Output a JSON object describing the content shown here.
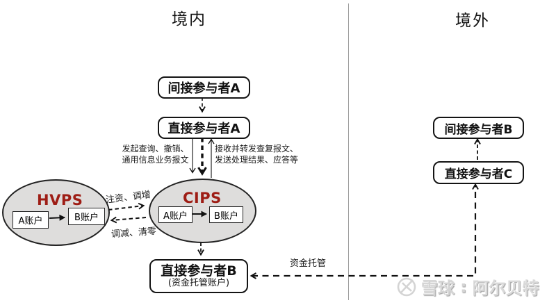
{
  "regions": {
    "domestic": "境内",
    "overseas": "境外"
  },
  "nodes": {
    "indirect_a": "间接参与者A",
    "direct_a": "直接参与者A",
    "direct_b": "直接参与者B",
    "direct_b_sub": "(资金托管账户)",
    "indirect_b": "间接参与者B",
    "direct_c": "直接参与者C"
  },
  "systems": {
    "hvps": {
      "title": "HVPS",
      "account_a": "A账户",
      "account_b": "B账户"
    },
    "cips": {
      "title": "CIPS",
      "account_a": "A账户",
      "account_b": "B账户"
    }
  },
  "edge_labels": {
    "send_line1": "发起查询、撤销、",
    "send_line2": "通用信息业务报文",
    "recv_line1": "接收并转发查复报文、",
    "recv_line2": "发送处理结果、应答等",
    "inject": "注资、调增",
    "reduce": "调减、清零",
    "custody": "资金托管"
  },
  "watermark": {
    "brand": "雪球",
    "separator": ":",
    "name": "阿尔贝特"
  },
  "colors": {
    "accent_red": "#9e1d15",
    "ellipse_fill": "#dedddc",
    "divider": "#9b9b9b",
    "watermark": "#d4d4d4"
  }
}
